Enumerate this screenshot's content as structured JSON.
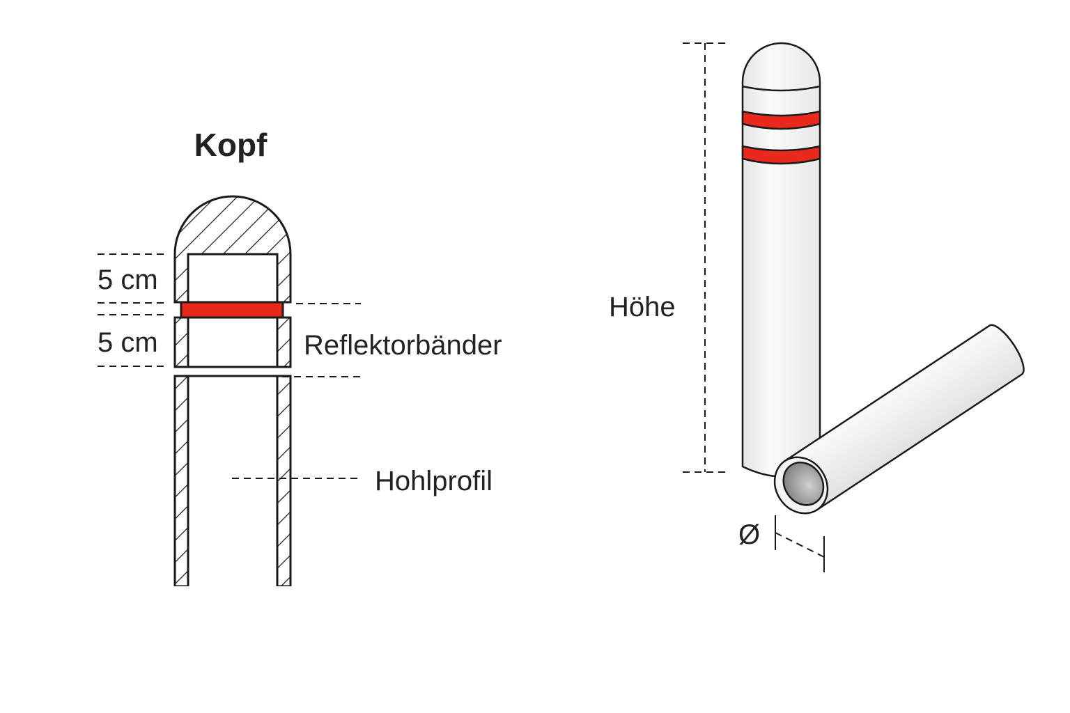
{
  "left": {
    "title": "Kopf",
    "dim_upper": "5 cm",
    "dim_lower": "5 cm",
    "label_band": "Reflektorbänder",
    "label_profile": "Hohlprofil"
  },
  "right": {
    "label_height": "Höhe",
    "label_diameter": "Ø"
  },
  "colors": {
    "reflector": "#e8291c",
    "outline": "#1a1a1a",
    "tube": "#f2f2f2"
  }
}
